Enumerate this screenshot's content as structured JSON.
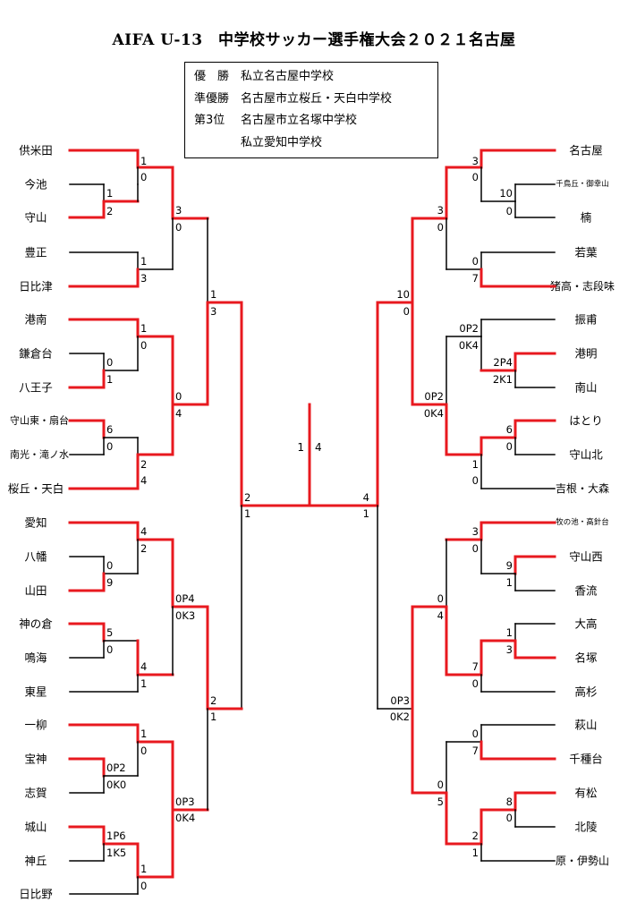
{
  "title": "AIFA U-13　中学校サッカー選手権大会２０２１名古屋",
  "results": [
    {
      "label": "優　勝",
      "team": "私立名古屋中学校"
    },
    {
      "label": "準優勝",
      "team": "名古屋市立桜丘・天白中学校"
    },
    {
      "label": "第3位",
      "team": "名古屋市立名塚中学校"
    },
    {
      "label": "",
      "team": "私立愛知中学校"
    }
  ],
  "teams": {
    "left": [
      "供米田",
      "今池",
      "守山",
      "豊正",
      "日比津",
      "港南",
      "鎌倉台",
      "八王子",
      "守山東・扇台",
      "南光・滝ノ水",
      "桜丘・天白",
      "愛知",
      "八幡",
      "山田",
      "神の倉",
      "鳴海",
      "東星",
      "一柳",
      "宝神",
      "志賀",
      "城山",
      "神丘",
      "日比野"
    ],
    "right": [
      "名古屋",
      "千鳥丘・御幸山",
      "楠",
      "若葉",
      "猪高・志段味",
      "振甫",
      "港明",
      "南山",
      "はとり",
      "守山北",
      "吉根・大森",
      "牧の池・高針台",
      "守山西",
      "香流",
      "大高",
      "名塚",
      "高杉",
      "萩山",
      "千種台",
      "有松",
      "北陵",
      "原・伊勢山"
    ]
  },
  "scores": [
    "1",
    "0",
    "1",
    "2",
    "1",
    "3",
    "3",
    "0",
    "1",
    "3",
    "1",
    "0",
    "0",
    "1",
    "6",
    "0",
    "0",
    "4",
    "2",
    "4",
    "2",
    "1",
    "4",
    "2",
    "0",
    "9",
    "5",
    "0",
    "4",
    "1",
    "0P4",
    "0K3",
    "1",
    "0",
    "0P2",
    "0K0",
    "1P6",
    "1K5",
    "1",
    "0",
    "0P3",
    "0K4",
    "2",
    "1",
    "4",
    "1",
    "3",
    "0",
    "10",
    "0",
    "3",
    "0",
    "0",
    "7",
    "10",
    "0",
    "0P2",
    "0K4",
    "2P4",
    "2K1",
    "0P2",
    "0K4",
    "6",
    "0",
    "1",
    "0",
    "3",
    "0",
    "9",
    "1",
    "0",
    "4",
    "1",
    "3",
    "7",
    "0",
    "0",
    "7",
    "0",
    "5",
    "8",
    "0",
    "2",
    "1",
    "0P3",
    "0K2"
  ],
  "final_score": "1　4",
  "winner_color": "#e8191f",
  "line_color": "#000000"
}
